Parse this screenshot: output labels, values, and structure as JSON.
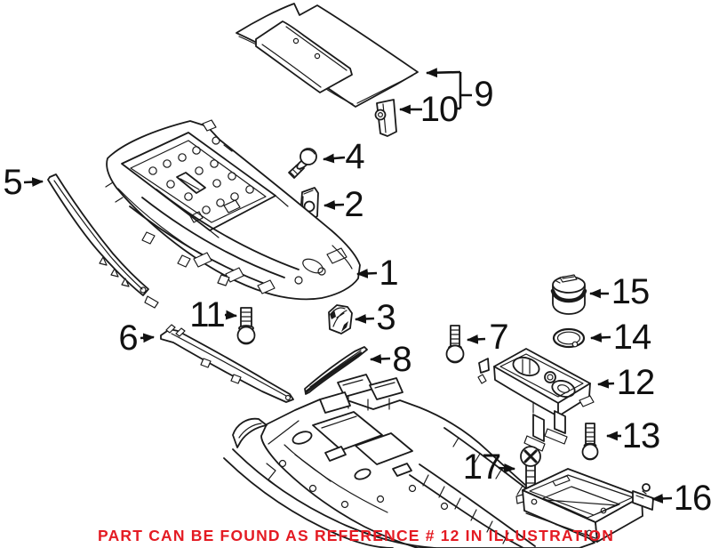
{
  "diagram": {
    "kind": "exploded parts illustration",
    "subject": "vehicle center console assembly diagram",
    "background_color": "#ffffff",
    "line_color": "#1a1a1a",
    "callout_color": "#111111"
  },
  "callouts": {
    "c1": {
      "label": "1"
    },
    "c2": {
      "label": "2"
    },
    "c3": {
      "label": "3"
    },
    "c4": {
      "label": "4"
    },
    "c5": {
      "label": "5"
    },
    "c6": {
      "label": "6"
    },
    "c7": {
      "label": "7"
    },
    "c8": {
      "label": "8"
    },
    "c9": {
      "label": "9"
    },
    "c10": {
      "label": "10"
    },
    "c11": {
      "label": "11"
    },
    "c12": {
      "label": "12"
    },
    "c13": {
      "label": "13"
    },
    "c14": {
      "label": "14"
    },
    "c15": {
      "label": "15"
    },
    "c16": {
      "label": "16"
    },
    "c17": {
      "label": "17"
    }
  },
  "caption": {
    "text": "PART CAN BE FOUND AS REFERENCE # 12 IN ILLUSTRATION",
    "color": "#e41b23"
  }
}
